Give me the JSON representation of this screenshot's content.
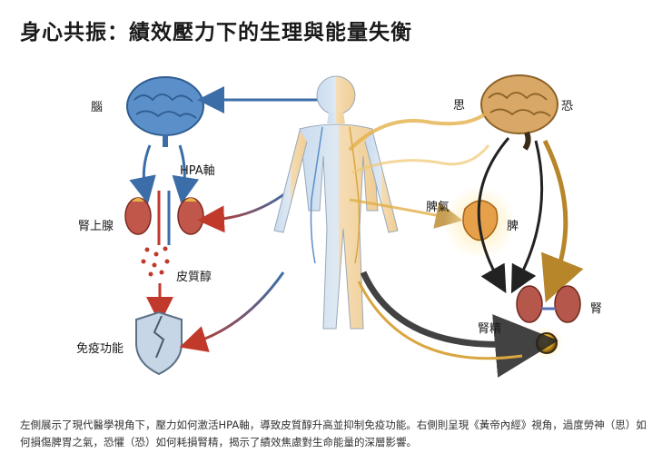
{
  "title": "身心共振：績效壓力下的生理與能量失衡",
  "left_side": {
    "brain_label": "腦",
    "axis_label": "HPA軸",
    "adrenal_label": "腎上腺",
    "hormone_label": "皮質醇",
    "immune_label": "免疫功能"
  },
  "right_side": {
    "thinking_label": "思",
    "fear_label": "恐",
    "spleen_qi_label": "脾氣",
    "spleen_label": "脾",
    "kidney_label": "腎",
    "kidney_essence_label": "腎精"
  },
  "caption": "左側展示了現代醫學視角下，壓力如何激活HPA軸，導致皮質醇升高並抑制免疫功能。右側則呈現《黃帝內經》視角，過度勞神（思）如何損傷脾胃之氣，恐懼（恐）如何耗損腎精，揭示了績效焦慮對生命能量的深層影響。",
  "colors": {
    "left_blue": "#3b6ea8",
    "left_red": "#c0392b",
    "right_gold": "#d9a640",
    "ink": "#222222"
  }
}
